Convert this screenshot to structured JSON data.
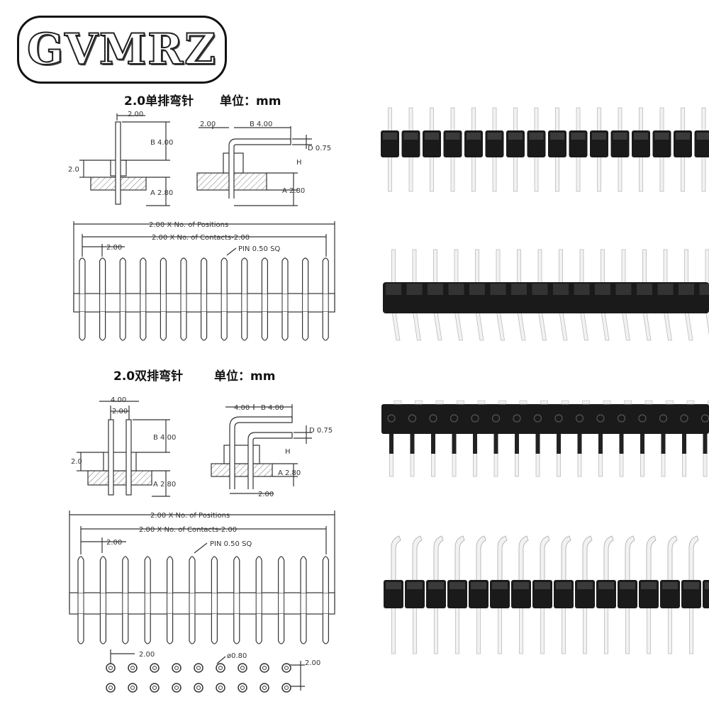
{
  "brand": {
    "logo_text": "GVMRZ"
  },
  "single_row": {
    "title": "2.0单排弯针",
    "unit": "单位：mm"
  },
  "double_row": {
    "title": "2.0双排弯针",
    "unit": "单位：mm"
  },
  "dims": {
    "pitch": "2.00",
    "b": "B 4.00",
    "b_plain": "B",
    "b_val": "4.00",
    "a": "A 2.80",
    "d": "D 0.75",
    "h": "H",
    "base": "2.0",
    "w400": "4.00",
    "positions": "2.00 X No. of Positions",
    "contacts": "2.00 X No. of Contacts-2.00",
    "pin": "PIN 0.50 SQ",
    "hole": "ø0.80"
  },
  "colors": {
    "drawing": "#333333",
    "housing": "#1a1a1a",
    "pin": "#f2f2f2"
  }
}
